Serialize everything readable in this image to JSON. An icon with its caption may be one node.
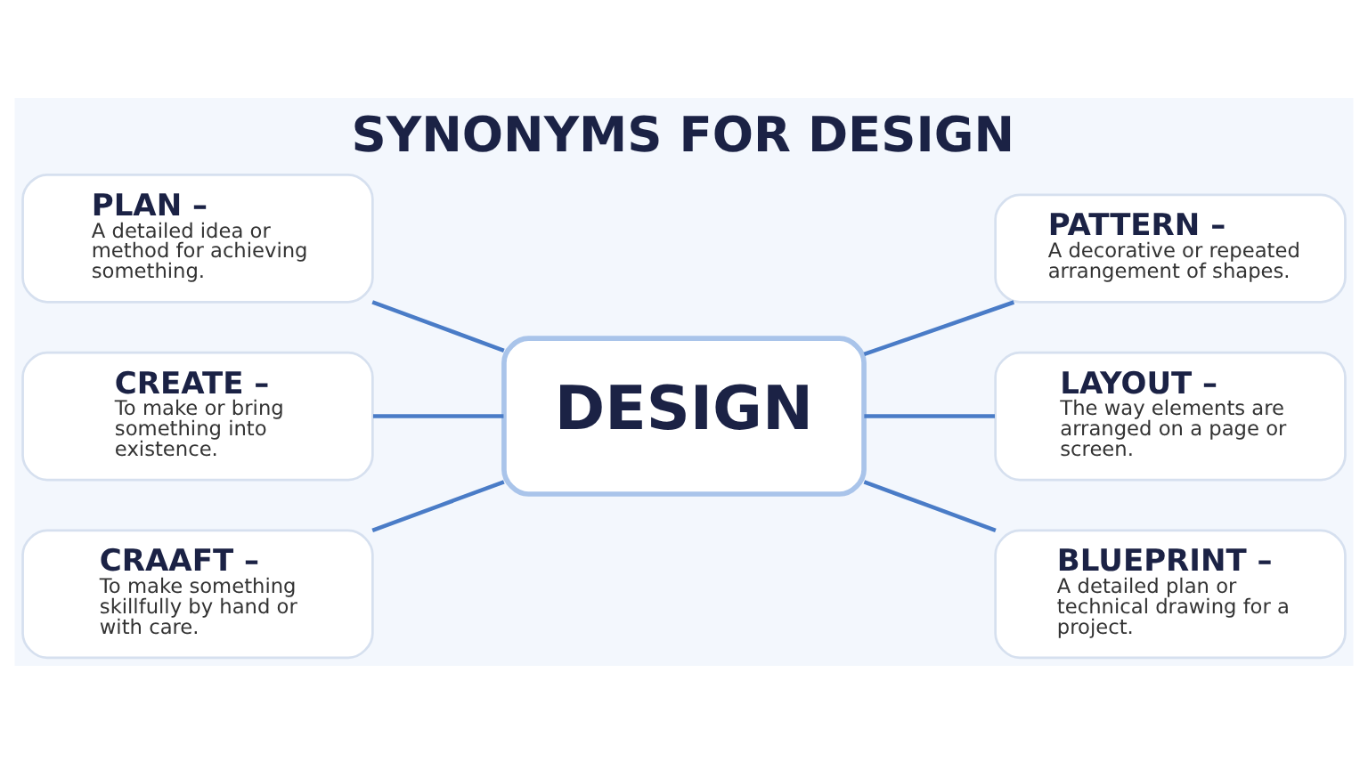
{
  "diagram": {
    "title": "SYNONYMS FOR DESIGN",
    "nodes": [
      {
        "text": [
          "PLAN –",
          "A detailed idea or method for achieving something."
        ]
      },
      {
        "text": [
          "CREATE –",
          "To make or bring something into existence."
        ]
      },
      {
        "text": [
          "CRAAFT –",
          "To make something skillfully by hand or with care."
        ]
      },
      {
        "text": [
          "DESIGN"
        ]
      },
      {
        "text": [
          "PATTERN –",
          "A decorative or repeated arrangement of shapes."
        ]
      },
      {
        "text": [
          "LAYOUT –",
          "The way elements are arranged on a page or screen."
        ]
      },
      {
        "text": [
          "BLUEPRINT –",
          "A detailed plan or technical drawing for a project."
        ]
      }
    ],
    "edges": [
      {
        "from": 0,
        "to": 3,
        "arrow": "none"
      },
      {
        "from": 1,
        "to": 3,
        "arrow": "none"
      },
      {
        "from": 2,
        "to": 3,
        "arrow": "none"
      },
      {
        "from": 3,
        "to": 4,
        "arrow": "none"
      },
      {
        "from": 3,
        "to": 5,
        "arrow": "none"
      },
      {
        "from": 3,
        "to": 6,
        "arrow": "none"
      }
    ]
  }
}
